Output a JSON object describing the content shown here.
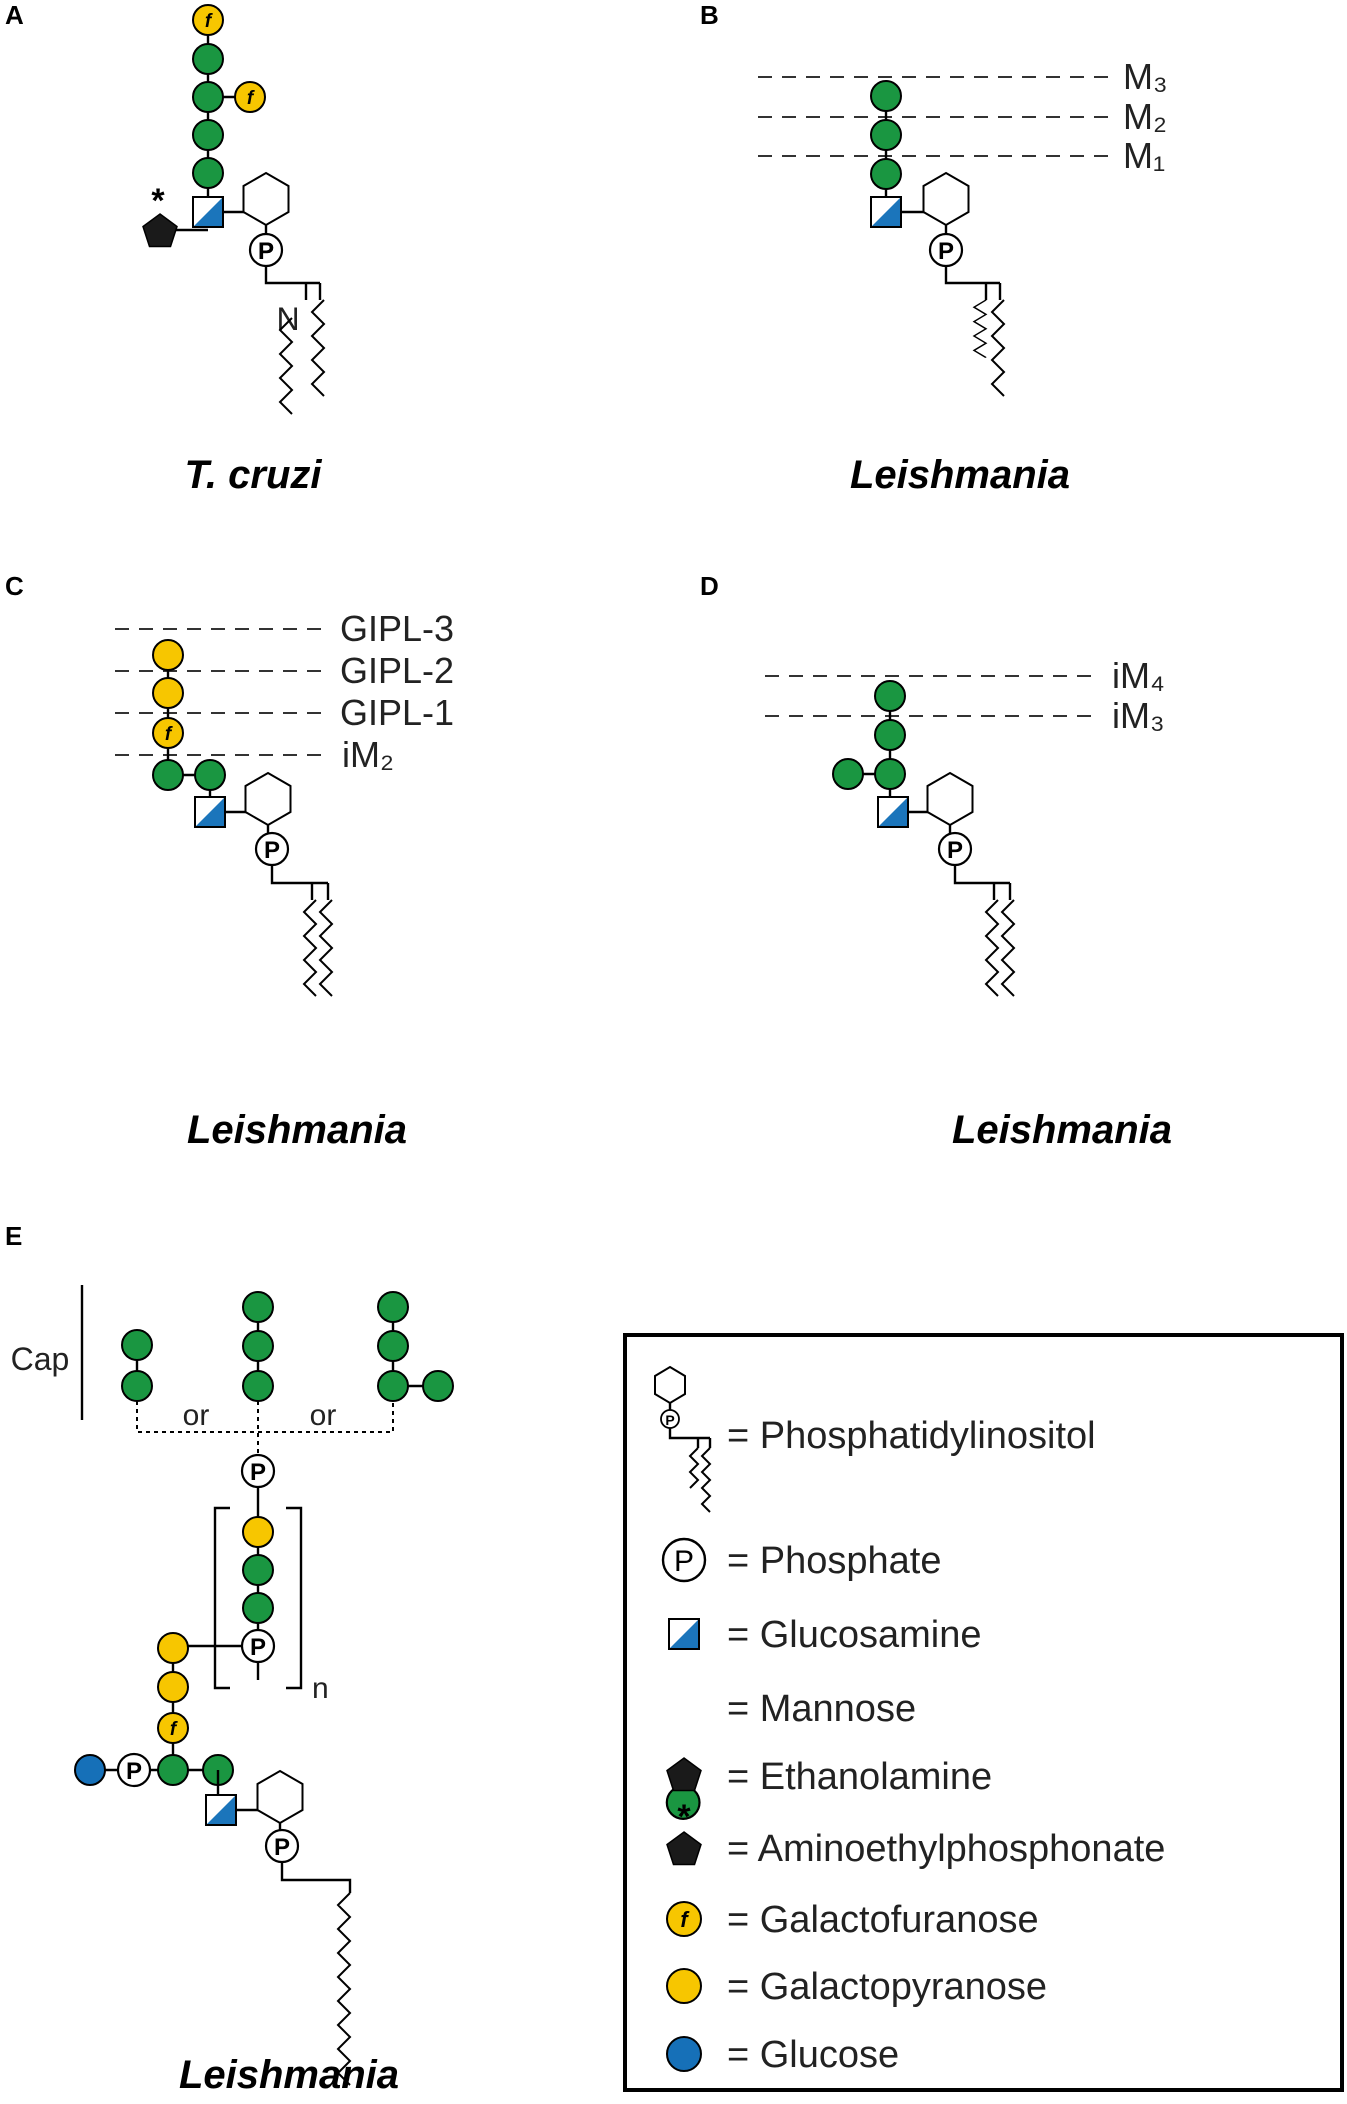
{
  "panels": {
    "A": {
      "label": "A",
      "caption": "T. cruzi",
      "nitrogen": "N"
    },
    "B": {
      "label": "B",
      "caption": "Leishmania",
      "levels": [
        "M₃",
        "M₂",
        "M₁"
      ]
    },
    "C": {
      "label": "C",
      "caption": "Leishmania",
      "levels": [
        "GIPL-3",
        "GIPL-2",
        "GIPL-1",
        "iM₂"
      ]
    },
    "D": {
      "label": "D",
      "caption": "Leishmania",
      "levels": [
        "iM₄",
        "iM₃"
      ]
    },
    "E": {
      "label": "E",
      "caption": "Leishmania",
      "cap": "Cap",
      "or": "or",
      "n": "n"
    }
  },
  "symbols": {
    "phosphate": "P",
    "galf": "f",
    "asterisk": "*"
  },
  "legend": [
    {
      "key": "pi",
      "text": "= Phosphatidylinositol"
    },
    {
      "key": "phosphate",
      "text": "= Phosphate"
    },
    {
      "key": "glucosamine",
      "text": "= Glucosamine"
    },
    {
      "key": "mannose",
      "text": "= Mannose"
    },
    {
      "key": "ethanolamine",
      "text": "= Ethanolamine"
    },
    {
      "key": "aep",
      "text": "= Aminoethylphosphonate"
    },
    {
      "key": "galf",
      "text": "= Galactofuranose"
    },
    {
      "key": "galp",
      "text": "= Galactopyranose"
    },
    {
      "key": "glucose",
      "text": "= Glucose"
    }
  ],
  "colors": {
    "mannose": "#1a9641",
    "galactose": "#f7c600",
    "glucose": "#1670b8",
    "glucosamine": "#1b75bb",
    "ethanolamine": "#1a1a1a",
    "outline": "#000000"
  }
}
